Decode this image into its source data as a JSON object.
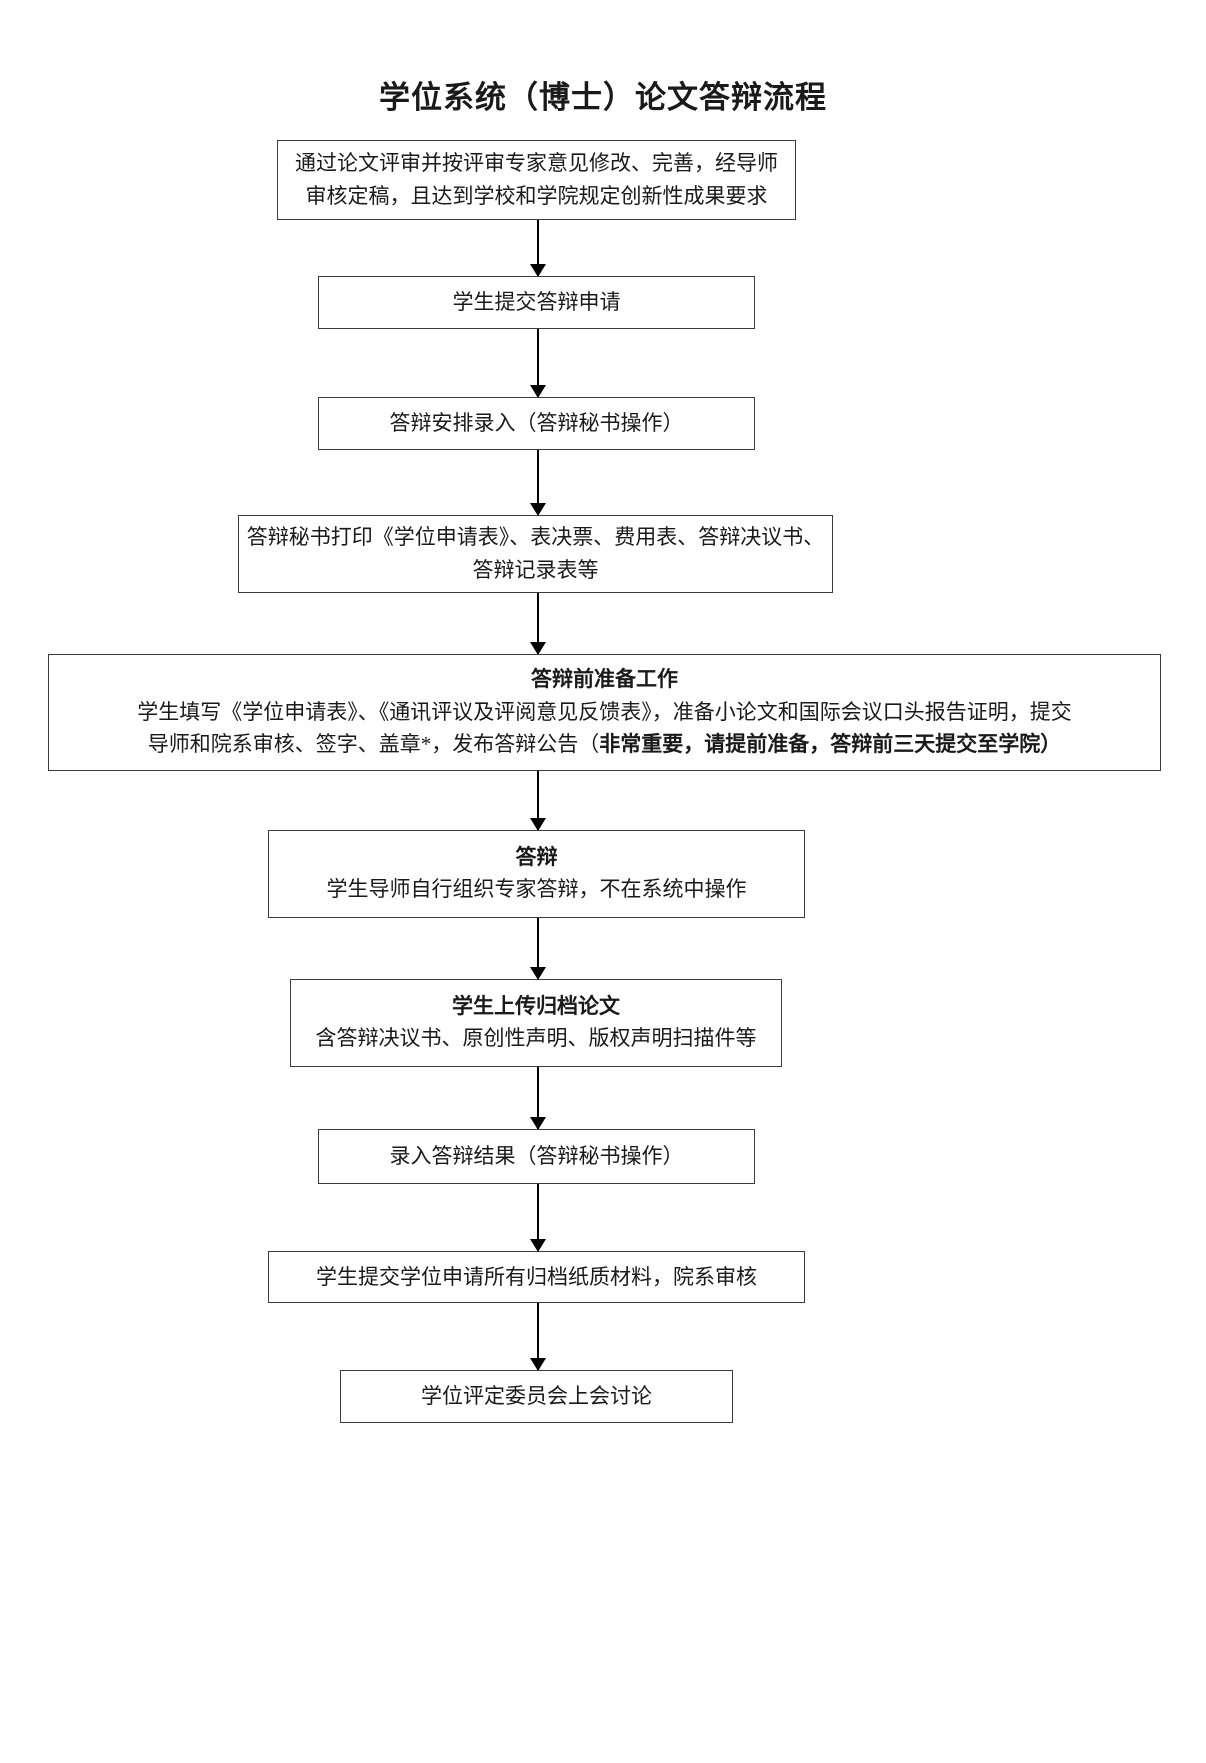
{
  "title": "学位系统（博士）论文答辩流程",
  "nodes": [
    {
      "id": "node-thesis-review-passed",
      "name": "step-thesis-review-passed",
      "lines": [
        "通过论文评审并按评审专家意见修改、完善，经导师",
        "审核定稿，且达到学校和学院规定创新性成果要求"
      ]
    },
    {
      "id": "node-submit-defense-application",
      "name": "step-submit-defense-application",
      "lines": [
        "学生提交答辩申请"
      ]
    },
    {
      "id": "node-defense-arrangement-entry",
      "name": "step-defense-arrangement-entry",
      "lines": [
        "答辩安排录入（答辩秘书操作）"
      ]
    },
    {
      "id": "node-secretary-print-forms",
      "name": "step-secretary-print-forms",
      "lines": [
        "答辩秘书打印《学位申请表》、表决票、费用表、答辩决议书、",
        "答辩记录表等"
      ]
    },
    {
      "id": "node-pre-defense-preparation",
      "name": "step-pre-defense-preparation",
      "heading": "答辩前准备工作",
      "lines": [
        "学生填写《学位申请表》、《通讯评议及评阅意见反馈表》，准备小论文和国际会议口头报告证明，提交"
      ],
      "line2_normal": "导师和院系审核、签字、盖章*，发布答辩公告（",
      "line2_bold": "非常重要，请提前准备，答辩前三天提交至学院）"
    },
    {
      "id": "node-defense",
      "name": "step-defense",
      "heading": "答辩",
      "lines": [
        "学生导师自行组织专家答辩，不在系统中操作"
      ]
    },
    {
      "id": "node-upload-archived-thesis",
      "name": "step-upload-archived-thesis",
      "heading": "学生上传归档论文",
      "lines": [
        "含答辩决议书、原创性声明、版权声明扫描件等"
      ]
    },
    {
      "id": "node-enter-defense-result",
      "name": "step-enter-defense-result",
      "lines": [
        "录入答辩结果（答辩秘书操作）"
      ]
    },
    {
      "id": "node-submit-paper-materials",
      "name": "step-submit-paper-materials",
      "lines": [
        "学生提交学位申请所有归档纸质材料，院系审核"
      ]
    },
    {
      "id": "node-degree-committee-discussion",
      "name": "step-degree-committee-discussion",
      "lines": [
        "学位评定委员会上会讨论"
      ]
    }
  ],
  "colors": {
    "border": "#3b3b3b",
    "arrow": "#000000",
    "text": "#1a1a1a",
    "background": "#ffffff"
  }
}
